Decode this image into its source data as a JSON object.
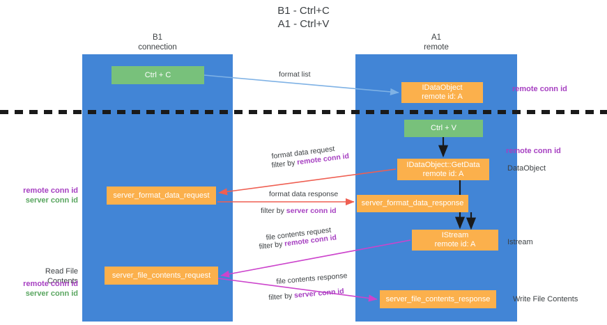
{
  "title": {
    "line1": "B1 - Ctrl+C",
    "line2": "A1 - Ctrl+V"
  },
  "columns": {
    "left": {
      "name": "B1",
      "role": "connection"
    },
    "right": {
      "name": "A1",
      "role": "remote"
    }
  },
  "nodes": {
    "ctrl_c": {
      "label": "Ctrl + C",
      "color": "#78c17b"
    },
    "idataobject": {
      "line1": "IDataObject",
      "line2": "remote id: A",
      "color": "#fbb04c"
    },
    "ctrl_v": {
      "label": "Ctrl + V",
      "color": "#78c17b"
    },
    "getdata": {
      "line1": "IDataObject::GetData",
      "line2": "remote id: A",
      "color": "#fbb04c"
    },
    "server_format_data_request": {
      "label": "server_format_data_request",
      "color": "#fbb04c"
    },
    "server_format_data_response": {
      "label": "server_format_data_response",
      "color": "#fbb04c"
    },
    "istream": {
      "line1": "IStream",
      "line2": "remote id: A",
      "color": "#fbb04c"
    },
    "server_file_contents_request": {
      "label": "server_file_contents_request",
      "color": "#fbb04c"
    },
    "server_file_contents_response": {
      "label": "server_file_contents_response",
      "color": "#fbb04c"
    }
  },
  "edges": {
    "format_list": {
      "label": "format list"
    },
    "format_data_request": {
      "line1": "format data request",
      "filter_prefix": "filter by ",
      "filter_key": "remote conn id"
    },
    "format_data_response": {
      "line1": "format data response",
      "filter_prefix": "filter by ",
      "filter_key": "server conn id"
    },
    "file_contents_request": {
      "line1": "file contents request",
      "filter_prefix": "filter by ",
      "filter_key": "remote conn id"
    },
    "file_contents_response": {
      "line1": "file contents response",
      "filter_prefix": "filter by ",
      "filter_key": "server conn id"
    }
  },
  "annotations": {
    "right": {
      "remote_conn_id_top": "remote conn id",
      "remote_conn_id_mid": "remote conn id",
      "dataobject": "DataObject",
      "istream": "Istream",
      "write_file_contents": "Write File Contents"
    },
    "left": {
      "remote_conn_id": "remote conn id",
      "server_conn_id": "server conn id",
      "read_file_contents": "Read File Contents",
      "remote_conn_id_2": "remote conn id",
      "server_conn_id_2": "server conn id"
    }
  },
  "colors": {
    "lane": "#4285d6",
    "green_node": "#78c17b",
    "orange_node": "#fbb04c",
    "purple_text": "#a63fc1",
    "green_text": "#5aa660",
    "arrow_blue": "#7fb2e5",
    "arrow_red": "#ef5f52",
    "arrow_magenta": "#cc44cc",
    "arrow_black": "#1a1a1a",
    "divider": "#1a1a1a"
  }
}
